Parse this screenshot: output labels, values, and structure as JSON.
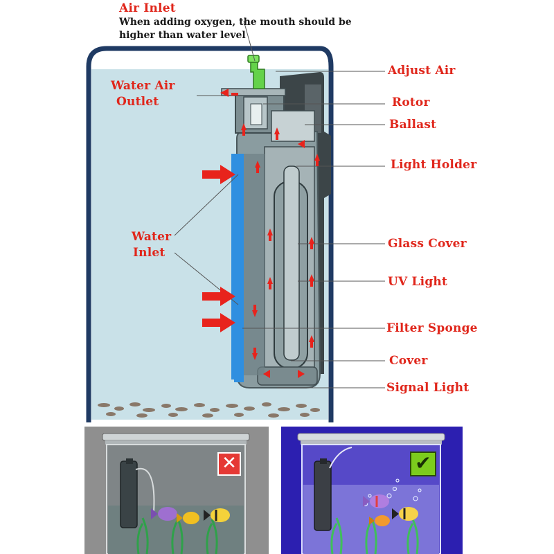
{
  "labels": {
    "air_inlet": "Air Inlet",
    "air_inlet_note_line1": "When adding oxygen, the mouth should be",
    "air_inlet_note_line2": "higher than water level",
    "adjust_air": "Adjust Air",
    "water_air_outlet_line1": "Water Air",
    "water_air_outlet_line2": "Outlet",
    "rotor": "Rotor",
    "ballast": "Ballast",
    "light_holder": "Light Holder",
    "water_inlet_line1": "Water",
    "water_inlet_line2": "Inlet",
    "glass_cover": "Glass Cover",
    "uv_light": "UV Light",
    "filter_sponge": "Filter Sponge",
    "cover": "Cover",
    "signal_light": "Signal Light"
  },
  "colors": {
    "label_red": "#e0261b",
    "arrow_red": "#e8231c",
    "tank_water": "#c9e1e8",
    "tank_frame": "#1f3a63",
    "sponge_blue": "#2f8fe0",
    "filter_body": "#8a9ca0",
    "left_panel_bg": "#8f8f8f",
    "right_panel_bg": "#2c1fb0",
    "cross_red": "#e53935",
    "check_green": "#7ccc1d"
  },
  "comparison": {
    "left_status_icon": "cross-icon",
    "left_status_glyph": "✕",
    "right_status_icon": "checkmark-icon",
    "right_status_glyph": "✔"
  }
}
